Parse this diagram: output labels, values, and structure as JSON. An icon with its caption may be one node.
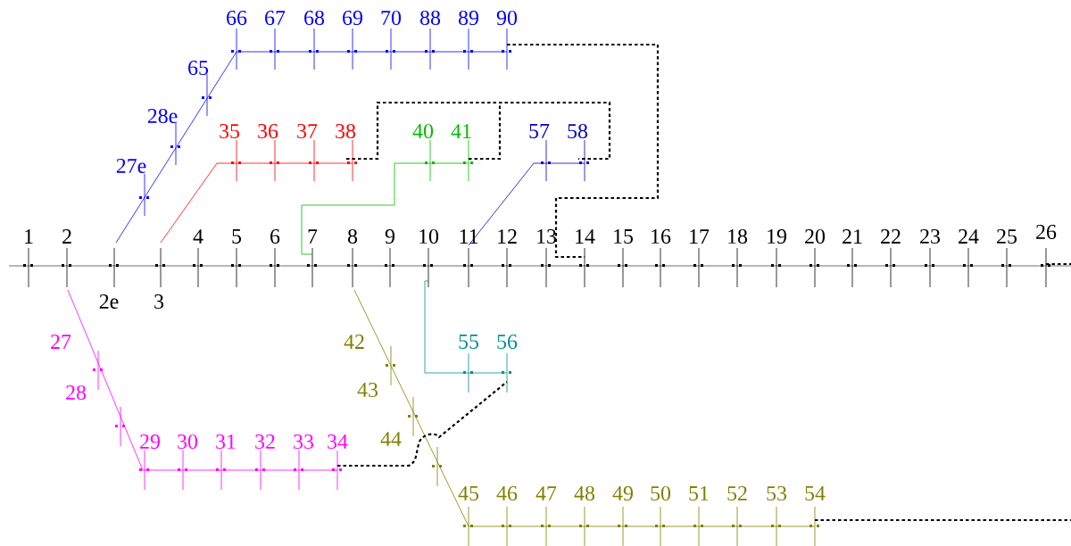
{
  "diagram": {
    "labels": [
      "66",
      "67",
      "68",
      "69",
      "70",
      "88",
      "89",
      "90",
      "65",
      "35",
      "36",
      "37",
      "38",
      "40",
      "41",
      "57",
      "58",
      "28e",
      "27e",
      "1",
      "2",
      "4",
      "5",
      "6",
      "7",
      "8",
      "9",
      "10",
      "11",
      "12",
      "13",
      "14",
      "15",
      "16",
      "17",
      "18",
      "19",
      "20",
      "21",
      "22",
      "23",
      "24",
      "25",
      "26",
      "2e",
      "3",
      "27",
      "42",
      "55",
      "56",
      "28",
      "43",
      "29",
      "30",
      "31",
      "32",
      "33",
      "34",
      "44",
      "45",
      "46",
      "47",
      "48",
      "49",
      "50",
      "51",
      "52",
      "53",
      "54"
    ]
  }
}
